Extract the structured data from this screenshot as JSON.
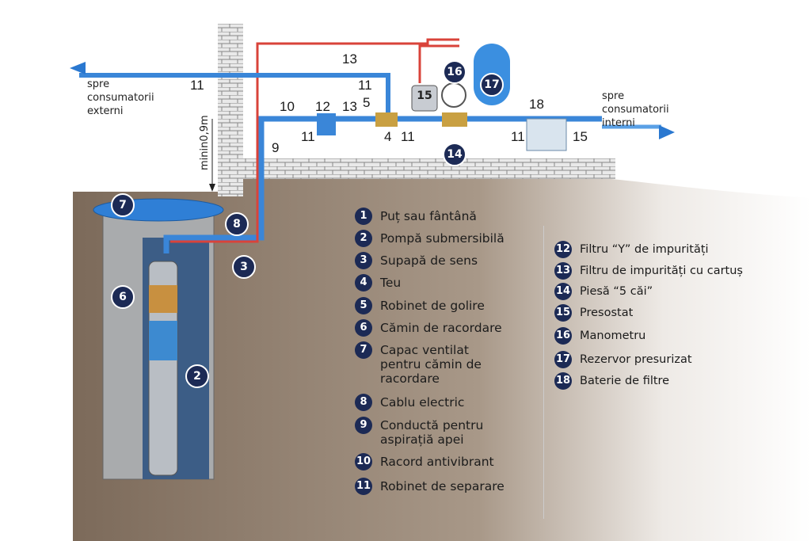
{
  "diagram": {
    "left_destination": "spre consumatorii externi",
    "right_destination": "spre consumatorii interni",
    "depth_note": "minin0,9m",
    "pipe_labels": [
      "11",
      "13",
      "11",
      "10",
      "12",
      "13",
      "5",
      "4",
      "11",
      "9",
      "11",
      "15"
    ],
    "badges": [
      "7",
      "8",
      "3",
      "6",
      "2",
      "15",
      "16",
      "17",
      "14"
    ],
    "colors": {
      "water_pipe": "#3a86d8",
      "electric_cable": "#d9433a",
      "badge": "#1c2a55",
      "soil": "#8a7868",
      "tank": "#3b8fe0"
    }
  },
  "legend_left": [
    {
      "n": "1",
      "text": "Puț sau fântână"
    },
    {
      "n": "2",
      "text": "Pompă submersibilă"
    },
    {
      "n": "3",
      "text": "Supapă de sens"
    },
    {
      "n": "4",
      "text": "Teu"
    },
    {
      "n": "5",
      "text": "Robinet de golire"
    },
    {
      "n": "6",
      "text": "Cămin de racordare"
    },
    {
      "n": "7",
      "text": "Capac ventilat pentru cămin de racordare"
    },
    {
      "n": "8",
      "text": "Cablu electric"
    },
    {
      "n": "9",
      "text": "Conductă pentru aspirațiă apei"
    },
    {
      "n": "10",
      "text": "Racord antivibrant"
    },
    {
      "n": "11",
      "text": "Robinet de separare"
    }
  ],
  "legend_right": [
    {
      "n": "12",
      "text": "Filtru “Y” de impurități"
    },
    {
      "n": "13",
      "text": "Filtru de impurități cu cartuș"
    },
    {
      "n": "14",
      "text": "Piesă “5 căi”"
    },
    {
      "n": "15",
      "text": "Presostat"
    },
    {
      "n": "16",
      "text": "Manometru"
    },
    {
      "n": "17",
      "text": "Rezervor presurizat"
    },
    {
      "n": "18",
      "text": "Baterie de filtre"
    }
  ]
}
